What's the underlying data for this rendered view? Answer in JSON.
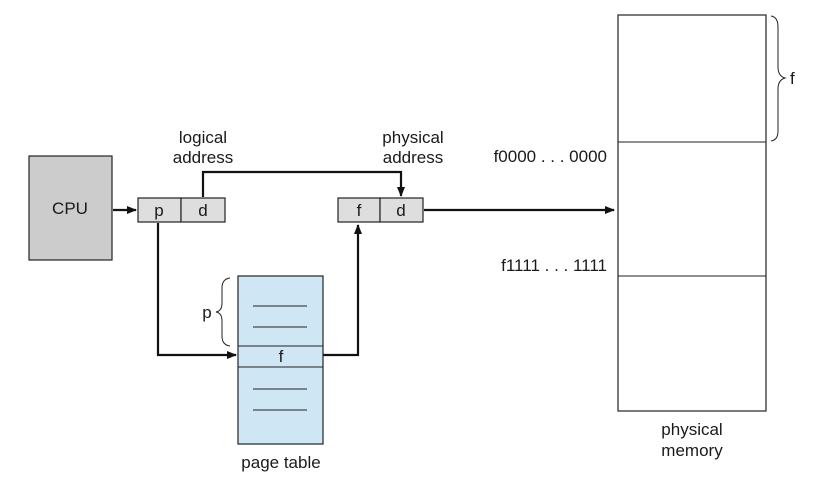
{
  "cpu": {
    "label": "CPU"
  },
  "logical_address": {
    "caption_line1": "logical",
    "caption_line2": "address",
    "page_field": "p",
    "offset_field": "d"
  },
  "physical_address": {
    "caption_line1": "physical",
    "caption_line2": "address",
    "frame_field": "f",
    "offset_field": "d"
  },
  "page_table": {
    "caption": "page table",
    "index_label": "p",
    "entry_label": "f"
  },
  "physical_memory": {
    "caption_line1": "physical",
    "caption_line2": "memory",
    "frame_label": "f",
    "start_address": "f0000 . . . 0000",
    "end_address": "f1111 . . . 1111"
  },
  "colors": {
    "cpu_fill": "#cccccc",
    "register_fill": "#dedede",
    "page_table_fill": "#cfe6f4"
  }
}
